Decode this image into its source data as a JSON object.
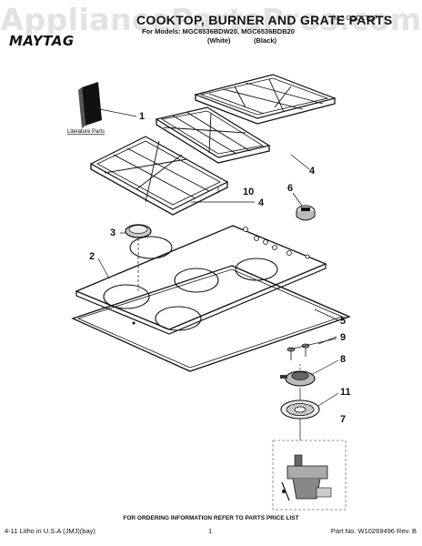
{
  "watermark": "AppliancePartsPros.com",
  "header": {
    "title": "COOKTOP, BURNER AND GRATE PARTS",
    "product_label": "GAS COOKTOP",
    "brand": "MAYTAG",
    "models_line": "For Models: MGC6536BDW20, MGC6536BDB20",
    "color_white": "(White)",
    "color_black": "(Black)"
  },
  "diagram": {
    "literature_label": "Literature Parts",
    "callouts": [
      "1",
      "4",
      "10",
      "4",
      "6",
      "3",
      "2",
      "5",
      "9",
      "8",
      "11",
      "7"
    ]
  },
  "footer": {
    "ordering_note": "FOR ORDERING INFORMATION REFER TO PARTS PRICE LIST",
    "litho": "4-11 Litho in U.S.A (JMJ)(bay)",
    "page_number": "1",
    "part_number": "Part No. W10269496 Rev. B"
  }
}
